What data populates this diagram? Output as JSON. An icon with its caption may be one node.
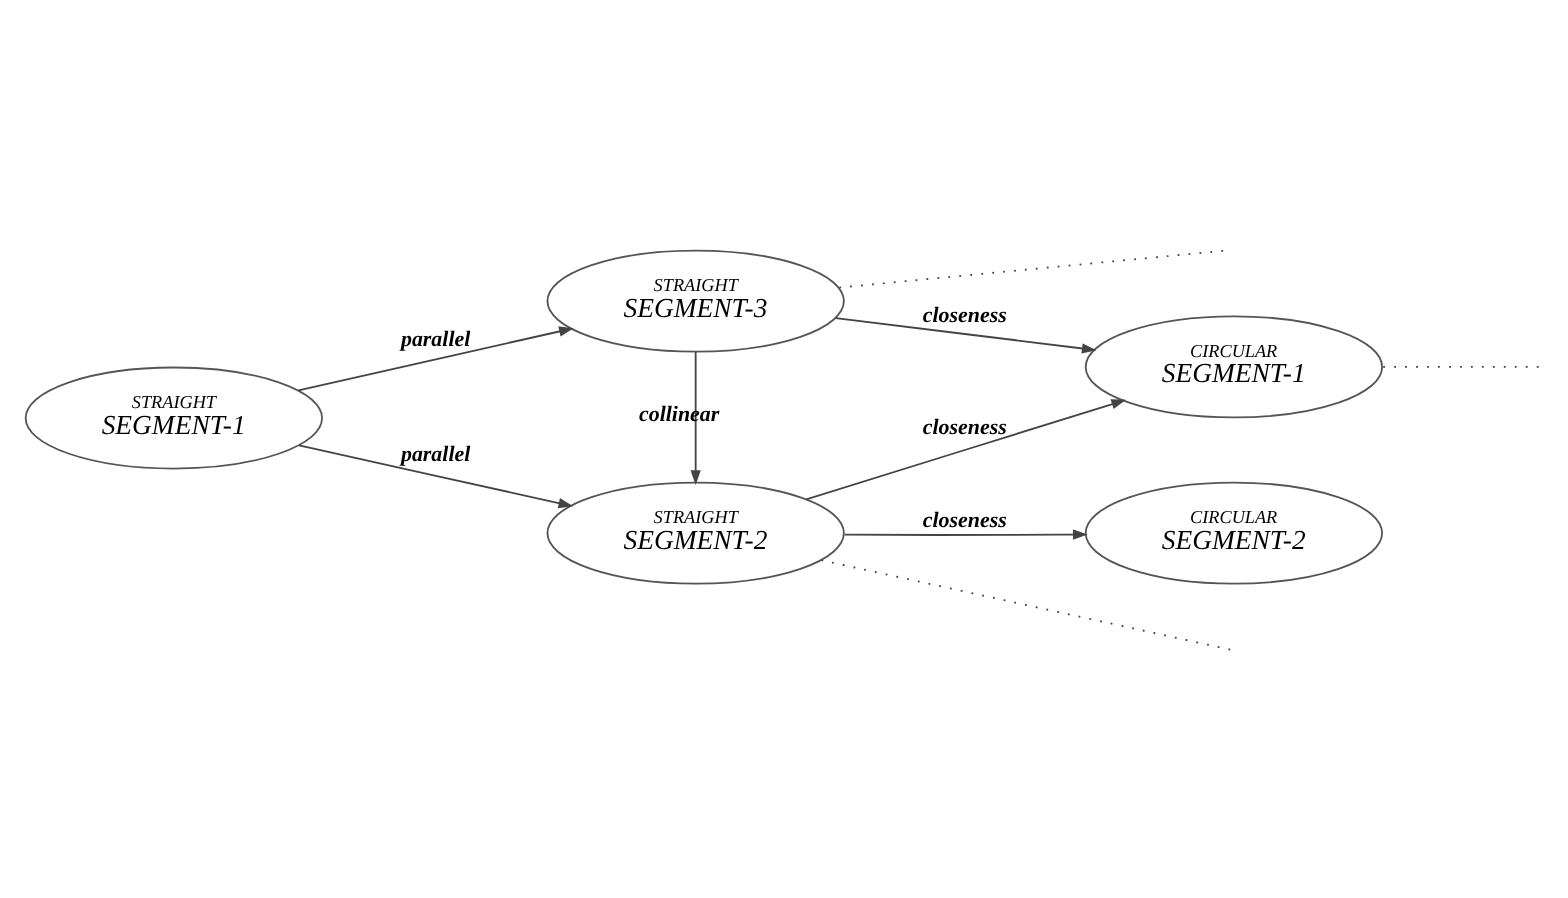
{
  "diagram": {
    "nodes": [
      {
        "text": [
          "STRAIGHT",
          "SEGMENT-2"
        ]
      },
      {
        "text": [
          "CIRCULAR",
          "SEGMENT-2"
        ]
      },
      {
        "text": [
          "STRAIGHT",
          "SEGMENT-1"
        ]
      },
      {
        "text": [
          "CIRCULAR",
          "SEGMENT-1"
        ]
      },
      {
        "text": [
          "STRAIGHT",
          "SEGMENT-3"
        ]
      }
    ],
    "edges": [
      {
        "from": 2,
        "to": 0,
        "arrow": "to",
        "label": "parallel"
      },
      {
        "from": 2,
        "to": 4,
        "arrow": "to",
        "label": "parallel"
      },
      {
        "from": 4,
        "to": 0,
        "arrow": "to",
        "label": "collinear"
      },
      {
        "from": 0,
        "to": 3,
        "arrow": "to",
        "label": "closeness"
      },
      {
        "from": 0,
        "to": 1,
        "arrow": "to",
        "label": "closeness"
      },
      {
        "from": 4,
        "to": 3,
        "arrow": "to",
        "label": "closeness"
      },
      {
        "from": 0,
        "to": null,
        "arrow": "none",
        "style": "dashed"
      },
      {
        "from": 3,
        "to": null,
        "arrow": "none",
        "style": "dashed"
      },
      {
        "from": 4,
        "to": null,
        "arrow": "none",
        "style": "dashed"
      }
    ]
  }
}
